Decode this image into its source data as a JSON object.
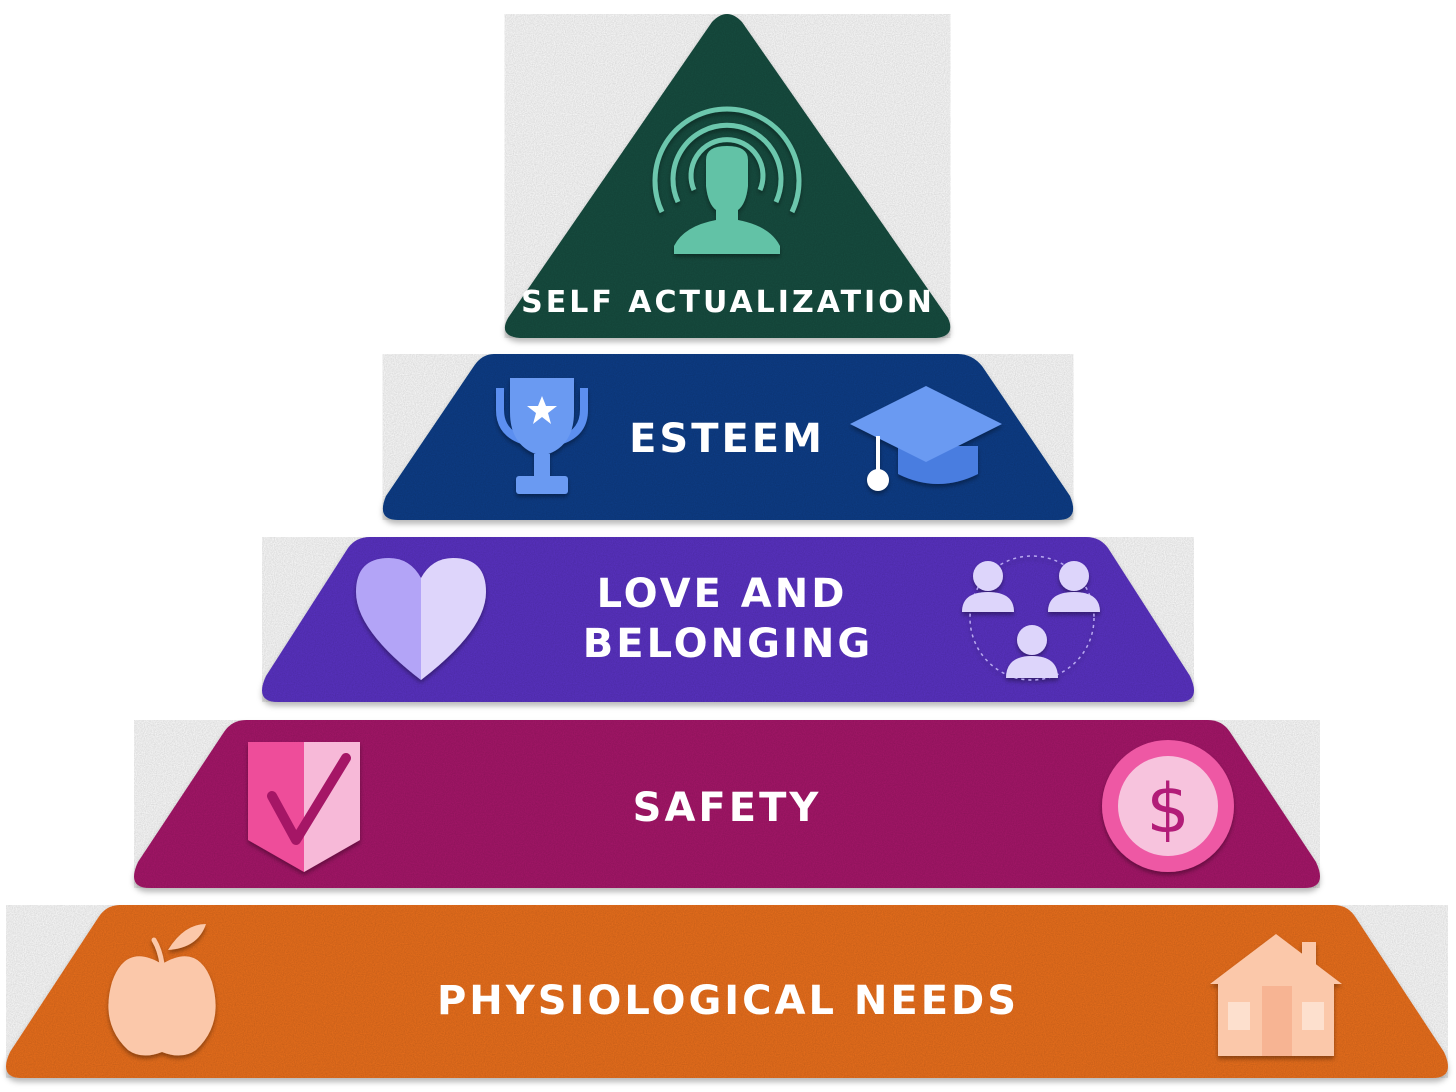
{
  "pyramid": {
    "levels": [
      {
        "id": "self-actualization",
        "label": "SELF ACTUALIZATION",
        "color": "#174d40",
        "icons": [
          "person-radiating-icon"
        ]
      },
      {
        "id": "esteem",
        "label": "ESTEEM",
        "color": "#073d88",
        "icons": [
          "trophy-icon",
          "graduation-cap-icon"
        ]
      },
      {
        "id": "love-and-belonging",
        "label_lines": [
          "LOVE AND",
          "BELONGING"
        ],
        "color": "#5a33c4",
        "icons": [
          "heart-icon",
          "people-group-icon"
        ]
      },
      {
        "id": "safety",
        "label": "SAFETY",
        "color": "#a7176a",
        "icons": [
          "shield-check-icon",
          "dollar-coin-icon"
        ]
      },
      {
        "id": "physiological-needs",
        "label": "PHYSIOLOGICAL NEEDS",
        "color": "#ec6f1f",
        "icons": [
          "apple-icon",
          "house-icon"
        ]
      }
    ]
  }
}
